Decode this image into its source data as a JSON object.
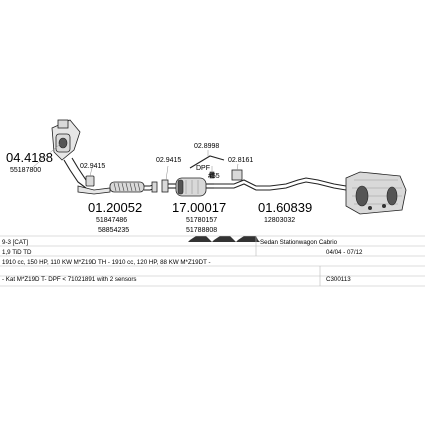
{
  "parts": {
    "p1_main": "04.4188",
    "p1_oem": "55187800",
    "p2_small": "02.9415",
    "p3_main": "01.20052",
    "p3_oem1": "51847486",
    "p3_oem2": "58854235",
    "p4_small": "02.9415",
    "p5_small": "02.8998",
    "p5_dpf": "DPF",
    "p6_small": "02.8161",
    "p7_small": "#55",
    "p8_main": "17.00017",
    "p8_oem1": "51780157",
    "p8_oem2": "51788808",
    "p9_main": "01.60839",
    "p9_oem": "12803032"
  },
  "info": {
    "model": "9-3  [CAT]",
    "body_types": "Sedan Stationwagon Cabrio",
    "engine": "1,9 TiD TD",
    "years": "04/04 - 07/12",
    "spec": "1910 cc, 150 HP, 110 KW M*Z19D TH - 1910 cc, 120 HP, 88 KW M*Z19DT -",
    "notes": "- Kat M*Z19D T- DPF < 71021891 with 2 sensors",
    "code": "C300113"
  }
}
